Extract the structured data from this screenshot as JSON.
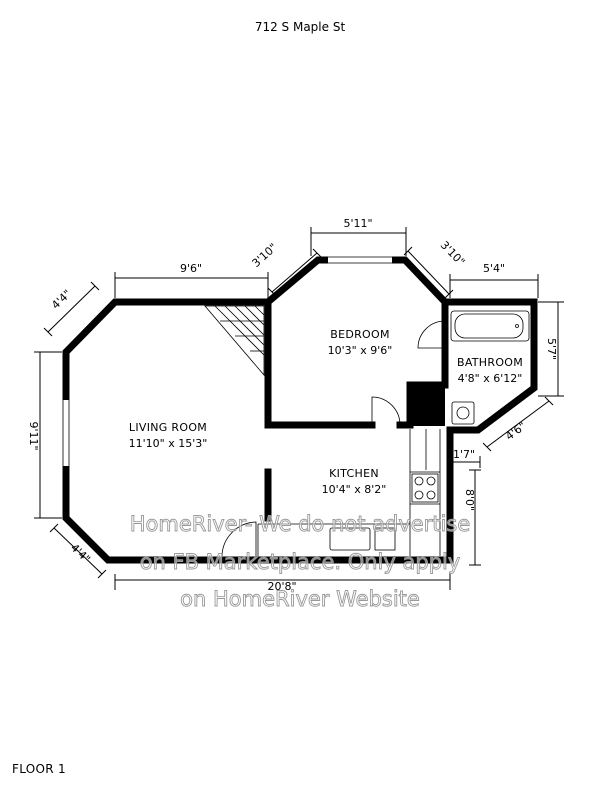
{
  "address": "712 S Maple St",
  "floor_label": "FLOOR 1",
  "rooms": {
    "living_room": {
      "name": "LIVING ROOM",
      "size": "11'10\" x 15'3\""
    },
    "bedroom": {
      "name": "BEDROOM",
      "size": "10'3\" x 9'6\""
    },
    "bathroom": {
      "name": "BATHROOM",
      "size": "4'8\" x 6'12\""
    },
    "kitchen": {
      "name": "KITCHEN",
      "size": "10'4\" x 8'2\""
    }
  },
  "dimensions": {
    "top_left": "9'6\"",
    "diag_left_top": "3'10\"",
    "bedroom_top": "5'11\"",
    "diag_right_top": "3'10\"",
    "bath_top": "5'4\"",
    "bath_right": "5'7\"",
    "bath_diag": "4'6\"",
    "small_right": "1'7\"",
    "kitchen_right": "8'0\"",
    "bottom": "20'8\"",
    "left": "9'11\"",
    "diag_upper_left": "4'4\"",
    "diag_lower_left": "4'4\""
  },
  "watermark": {
    "line1": "HomeRiver- We do not advertise",
    "line2": "on FB Marketplace. Only apply",
    "line3": "on HomeRiver Website"
  }
}
